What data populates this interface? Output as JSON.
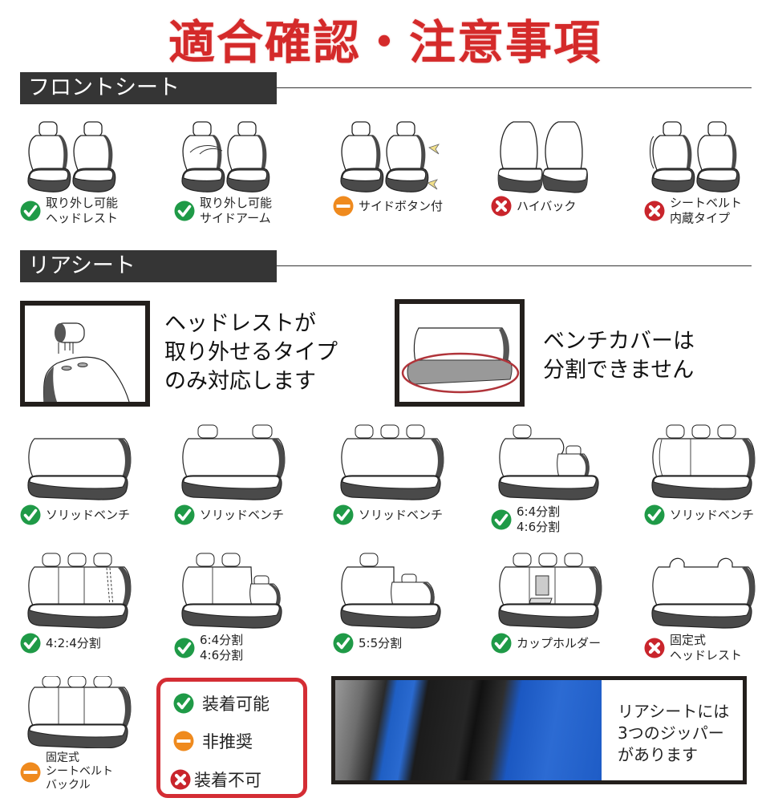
{
  "title": "適合確認・注意事項",
  "colors": {
    "title_red": "#d42a2a",
    "section_bg": "#353535",
    "ok_green": "#1f9a47",
    "warn_orange": "#ef8a1e",
    "ng_red": "#c9252c",
    "legend_border": "#d42d34",
    "box_border": "#231f1c"
  },
  "front": {
    "heading": "フロントシート",
    "items": [
      {
        "status": "ok",
        "label": "取り外し可能\nヘッドレスト"
      },
      {
        "status": "ok",
        "label": "取り外し可能\nサイドアーム"
      },
      {
        "status": "warn",
        "label": "サイドボタン付"
      },
      {
        "status": "ng",
        "label": "ハイバック"
      },
      {
        "status": "ng",
        "label": "シートベルト\n内蔵タイプ"
      }
    ]
  },
  "rear": {
    "heading": "リアシート",
    "notes": [
      {
        "text": "ヘッドレストが\n取り外せるタイプ\nのみ対応します"
      },
      {
        "text": "ベンチカバーは\n分割できません"
      }
    ],
    "items": [
      {
        "status": "ok",
        "label": "ソリッドベンチ"
      },
      {
        "status": "ok",
        "label": "ソリッドベンチ"
      },
      {
        "status": "ok",
        "label": "ソリッドベンチ"
      },
      {
        "status": "ok",
        "label": "6:4分割\n4:6分割"
      },
      {
        "status": "ok",
        "label": "ソリッドベンチ"
      },
      {
        "status": "ok",
        "label": "4:2:4分割"
      },
      {
        "status": "ok",
        "label": "6:4分割\n4:6分割"
      },
      {
        "status": "ok",
        "label": "5:5分割"
      },
      {
        "status": "ok",
        "label": "カップホルダー"
      },
      {
        "status": "ng",
        "label": "固定式\nヘッドレスト"
      },
      {
        "status": "warn",
        "label": "固定式\nシートベルト\nバックル"
      }
    ]
  },
  "legend": {
    "items": [
      {
        "status": "ok",
        "label": "装着可能"
      },
      {
        "status": "warn",
        "label": "非推奨"
      },
      {
        "status": "ng",
        "label": "装着不可"
      }
    ]
  },
  "zipper_note": {
    "text": "リアシートには\n3つのジッパー\nがあります"
  }
}
